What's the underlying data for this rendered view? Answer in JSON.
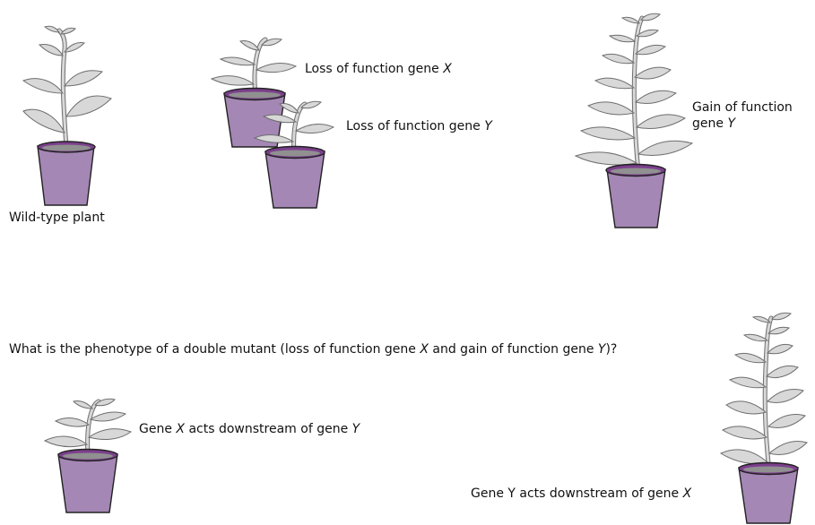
{
  "colors": {
    "pot_fill": "#a487b5",
    "pot_rim": "#7b3f8c",
    "soil": "#909090",
    "leaf_fill": "#d8d8d8",
    "leaf_stroke": "#6e6e6e"
  },
  "labels": {
    "wild_type": "Wild-type plant",
    "loss_x": {
      "text": "Loss of function gene ",
      "gene": "X"
    },
    "loss_y": {
      "text": "Loss of function gene ",
      "gene": "Y"
    },
    "gain_y": {
      "line1": "Gain of function",
      "line2_text": "gene ",
      "gene": "Y"
    },
    "question": {
      "part1": "What is the phenotype of a double mutant (loss of function gene ",
      "gene1": "X",
      "part2": " and gain of function gene ",
      "gene2": "Y",
      "part3": ")?"
    },
    "answer_a": {
      "part1": "Gene ",
      "gene1": "X",
      "part2": " acts downstream of gene ",
      "gene2": "Y"
    },
    "answer_b": {
      "text": "Gene Y acts downstream of gene ",
      "gene": "X"
    }
  }
}
